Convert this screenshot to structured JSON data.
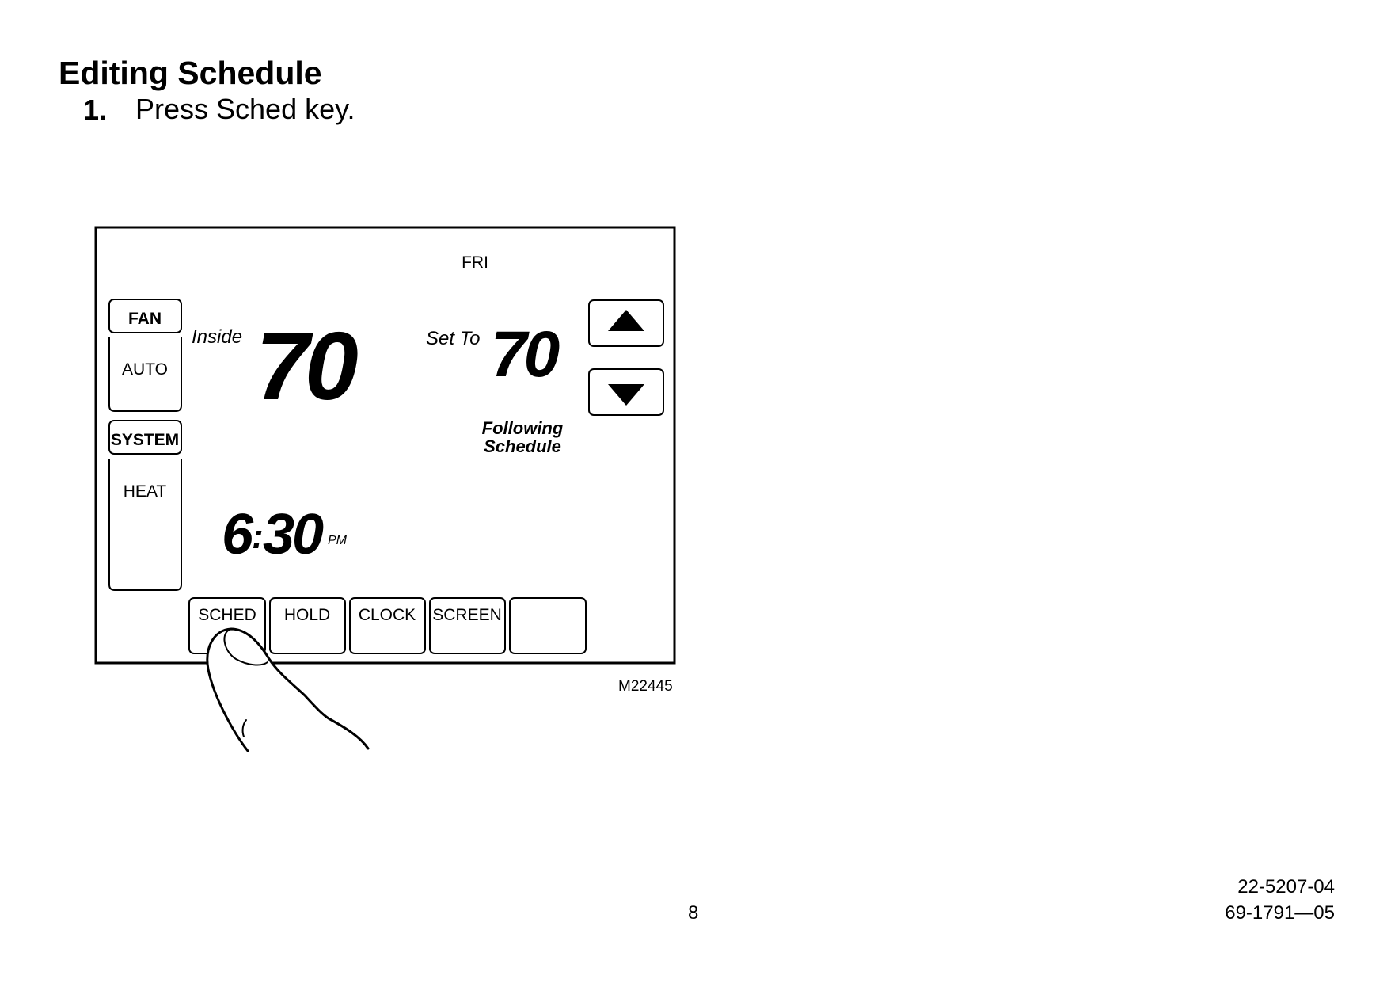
{
  "heading": "Editing Schedule",
  "step": {
    "number": "1.",
    "text": "Press Sched key."
  },
  "figure": {
    "day": "FRI",
    "fan": {
      "label": "FAN",
      "value": "AUTO"
    },
    "system": {
      "label": "SYSTEM",
      "value": "HEAT"
    },
    "inside_label": "Inside",
    "inside_temp": "70",
    "set_to_label": "Set To",
    "set_temp": "70",
    "status_line1": "Following",
    "status_line2": "Schedule",
    "clock": {
      "hour": "6",
      "minutes": "30",
      "meridiem": "PM"
    },
    "up_icon": "triangle-up-icon",
    "down_icon": "triangle-down-icon",
    "softkeys": [
      "SCHED",
      "HOLD",
      "CLOCK",
      "SCREEN",
      ""
    ],
    "figure_id": "M22445"
  },
  "footer": {
    "page_number": "8",
    "doc_number_1": "22-5207-04",
    "doc_number_2": "69-1791—05"
  }
}
